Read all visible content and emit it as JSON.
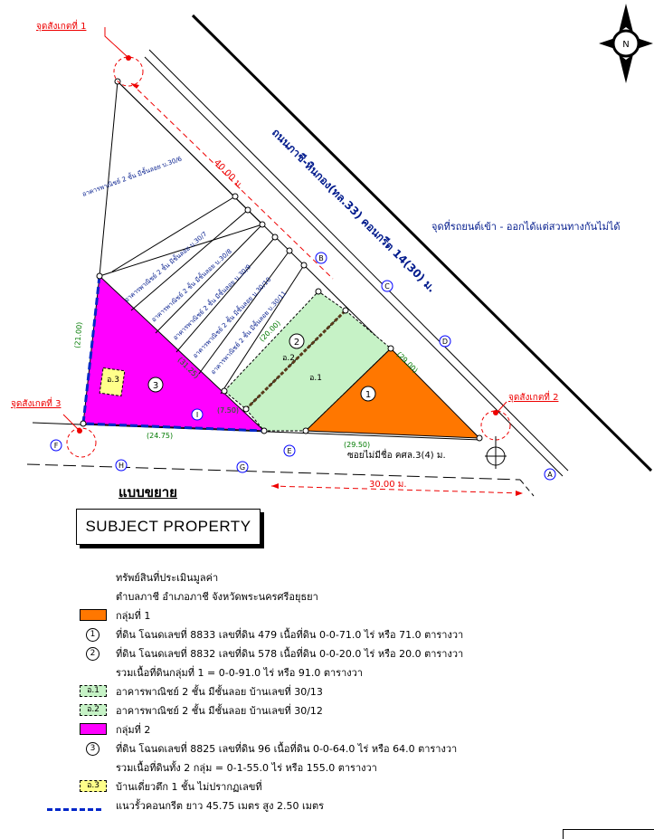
{
  "map": {
    "road_name": "ถนนภาชี-หินกอง(ทล.33) คอนกรีต 14(30) ม.",
    "soi_name": "ซอยไม่มีชื่อ คศล.3(4) ม.",
    "entrance_note": "จุดที่รถยนต์เข้า - ออกได้แต่สวนทางกันไม่ได้",
    "observation_points": [
      "จุดสังเกตที่ 1",
      "จุดสังเกตที่ 2",
      "จุดสังเกตที่ 3"
    ],
    "distances": [
      "40.00 ม.",
      "30.00 ม."
    ],
    "edge_labels": [
      "(21.00)",
      "(24.75)",
      "(29.50)",
      "(29.00)",
      "(20.00)",
      "(31.25)",
      "(7.50)"
    ],
    "building_labels": [
      "อาคารพาณิชย์ 2 ชั้น มีชั้นลอย บ.30/6",
      "อาคารพาณิชย์ 2 ชั้น มีชั้นลอย บ.30/7",
      "อาคารพาณิชย์ 2 ชั้น มีชั้นลอย บ.30/8",
      "อาคารพาณิชย์ 2 ชั้น มีชั้นลอย บ.30/9",
      "อาคารพาณิชย์ 2 ชั้น มีชั้นลอย บ.30/10",
      "อาคารพาณิชย์ 2 ชั้น มีชั้นลอย บ.30/11"
    ],
    "plot_labels": [
      "1",
      "2",
      "3",
      "อ.1",
      "อ.2",
      "อ.3"
    ],
    "view_markers": [
      "A",
      "B",
      "C",
      "D",
      "E",
      "F",
      "G",
      "H",
      "I"
    ],
    "north_label": "N",
    "colors": {
      "group1": "#ff7700",
      "building": "#c6f2c6",
      "group2": "#ff00ff",
      "house": "#ffff8a",
      "fence": "#0026c9"
    }
  },
  "enlarge_label": "แบบขยาย",
  "subject_title": "SUBJECT  PROPERTY",
  "legend": {
    "heading1": "ทรัพย์สินที่ประเมินมูลค่า",
    "heading2": "ตำบลภาชี อำเภอภาชี จังหวัดพระนครศรีอยุธยา",
    "items": [
      {
        "kind": "swatch",
        "color": "#ff7700",
        "code": "",
        "text": "กลุ่มที่ 1"
      },
      {
        "kind": "circle",
        "code": "1",
        "text": "ที่ดิน โฉนดเลขที่ 8833 เลขที่ดิน 479 เนื้อที่ดิน 0-0-71.0 ไร่ หรือ 71.0 ตารางวา"
      },
      {
        "kind": "circle",
        "code": "2",
        "text": "ที่ดิน โฉนดเลขที่ 8832 เลขที่ดิน 578 เนื้อที่ดิน 0-0-20.0 ไร่ หรือ 20.0 ตารางวา"
      },
      {
        "kind": "none",
        "code": "",
        "text": "รวมเนื้อที่ดินกลุ่มที่ 1 = 0-0-91.0 ไร่ หรือ 91.0 ตารางวา"
      },
      {
        "kind": "dash",
        "color": "#c6f2c6",
        "code": "อ.1",
        "text": "อาคารพาณิชย์ 2 ชั้น มีชั้นลอย บ้านเลขที่ 30/13"
      },
      {
        "kind": "dash",
        "color": "#c6f2c6",
        "code": "อ.2",
        "text": "อาคารพาณิชย์ 2 ชั้น มีชั้นลอย บ้านเลขที่ 30/12"
      },
      {
        "kind": "swatch",
        "color": "#ff00ff",
        "code": "",
        "text": "กลุ่มที่ 2"
      },
      {
        "kind": "circle",
        "code": "3",
        "text": "ที่ดิน โฉนดเลขที่ 8825 เลขที่ดิน 96 เนื้อที่ดิน 0-0-64.0 ไร่ หรือ 64.0 ตารางวา"
      },
      {
        "kind": "none",
        "code": "",
        "text": "รวมเนื้อที่ดินทั้ง 2 กลุ่ม = 0-1-55.0 ไร่ หรือ 155.0 ตารางวา"
      },
      {
        "kind": "dash",
        "color": "#ffff8a",
        "code": "อ.3",
        "text": "บ้านเดี่ยวตึก 1 ชั้น ไม่ปรากฏเลขที่"
      },
      {
        "kind": "line",
        "color": "#0026c9",
        "code": "",
        "text": "แนวรั้วคอนกรีต ยาว 45.75 เมตร สูง 2.50 เมตร"
      }
    ]
  }
}
